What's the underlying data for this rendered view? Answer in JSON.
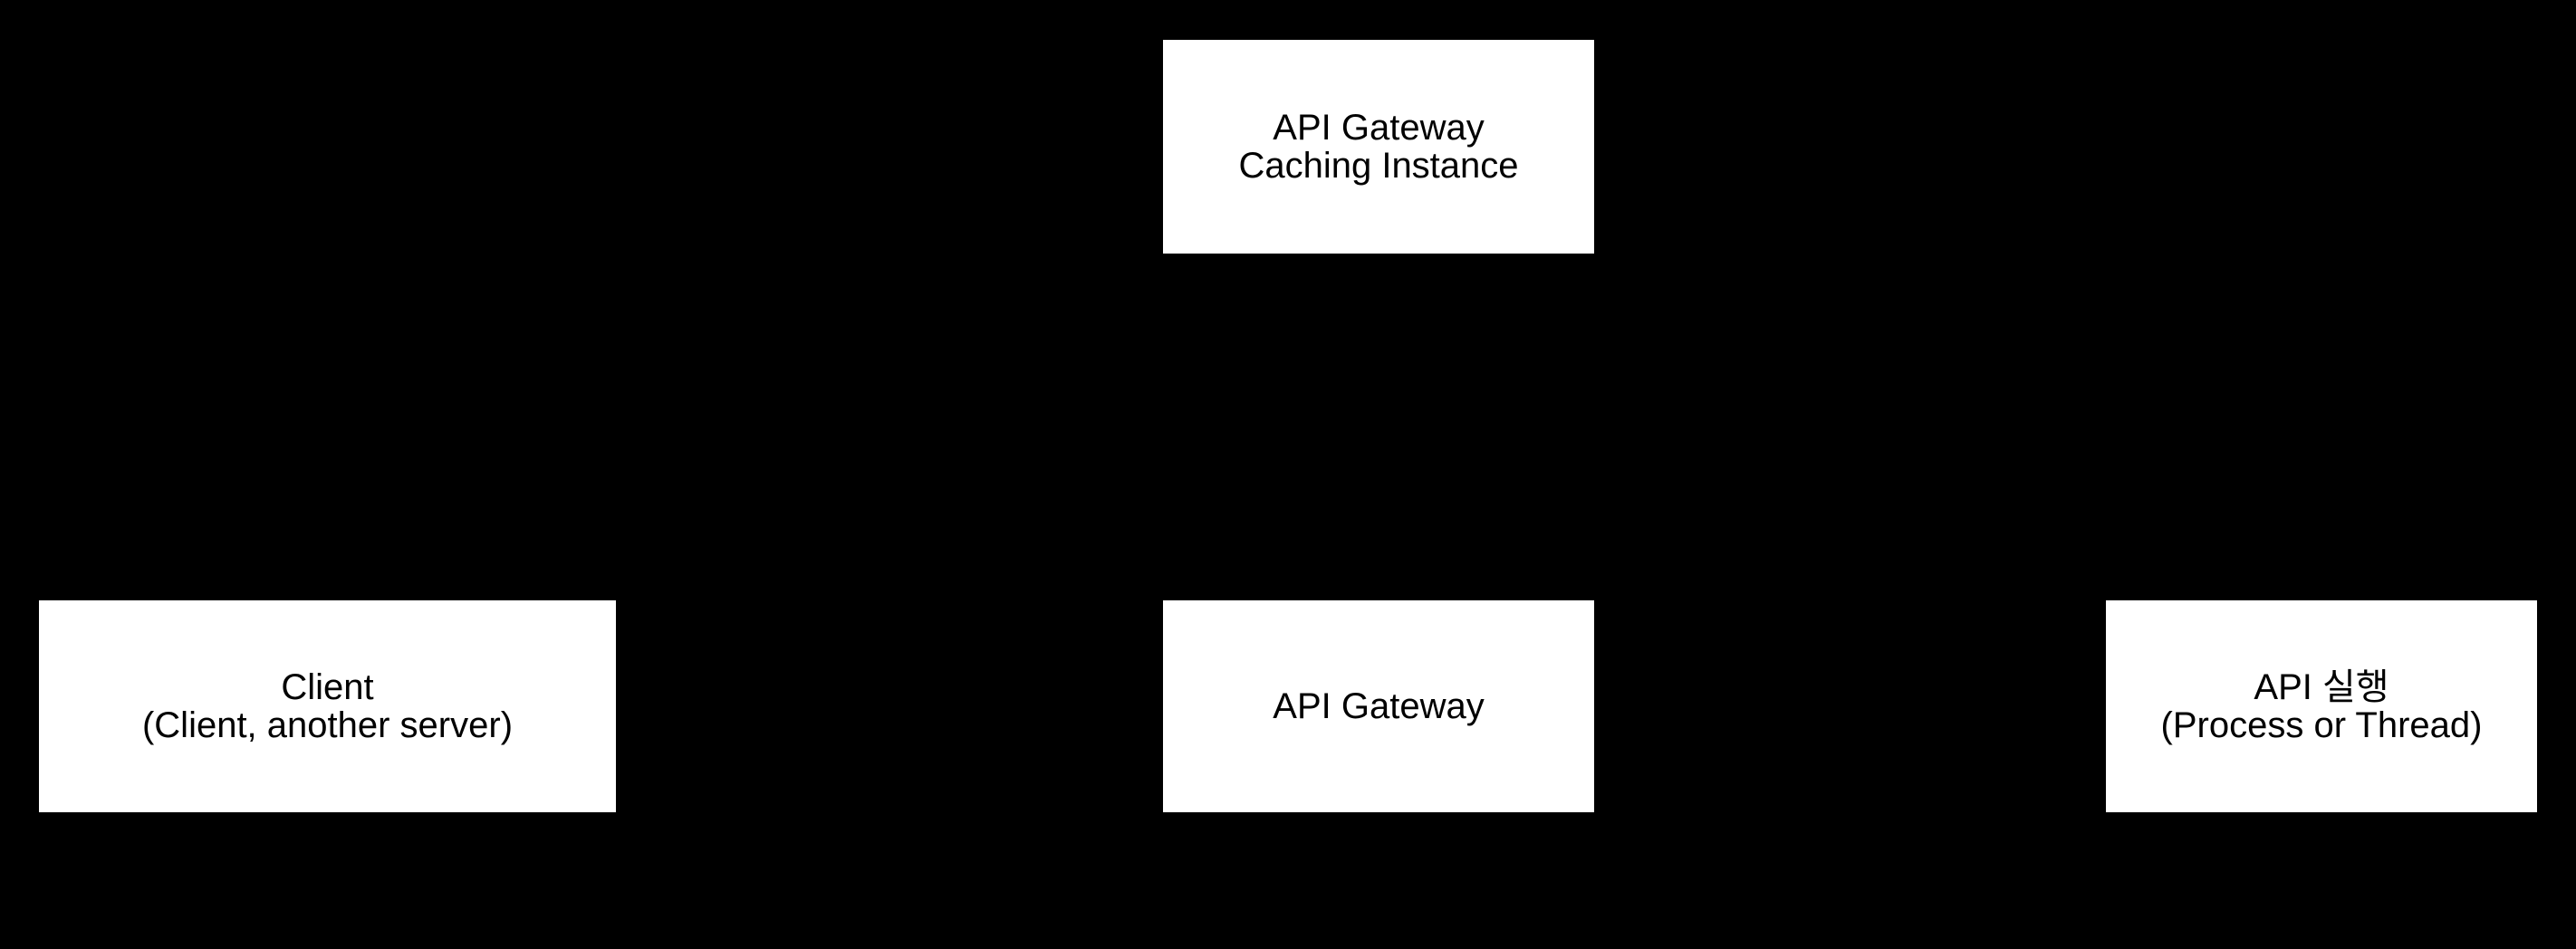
{
  "diagram": {
    "background_color": "#000000",
    "node_fill_color": "#ffffff",
    "node_text_color": "#000000",
    "nodes": [
      {
        "id": "api-gateway-caching-instance",
        "lines": [
          "API Gateway",
          "Caching Instance"
        ]
      },
      {
        "id": "client",
        "lines": [
          "Client",
          "(Client, another server)"
        ]
      },
      {
        "id": "api-gateway",
        "lines": [
          "API Gateway"
        ]
      },
      {
        "id": "api-execution",
        "lines": [
          "API 실행",
          "(Process or Thread)"
        ]
      }
    ]
  }
}
